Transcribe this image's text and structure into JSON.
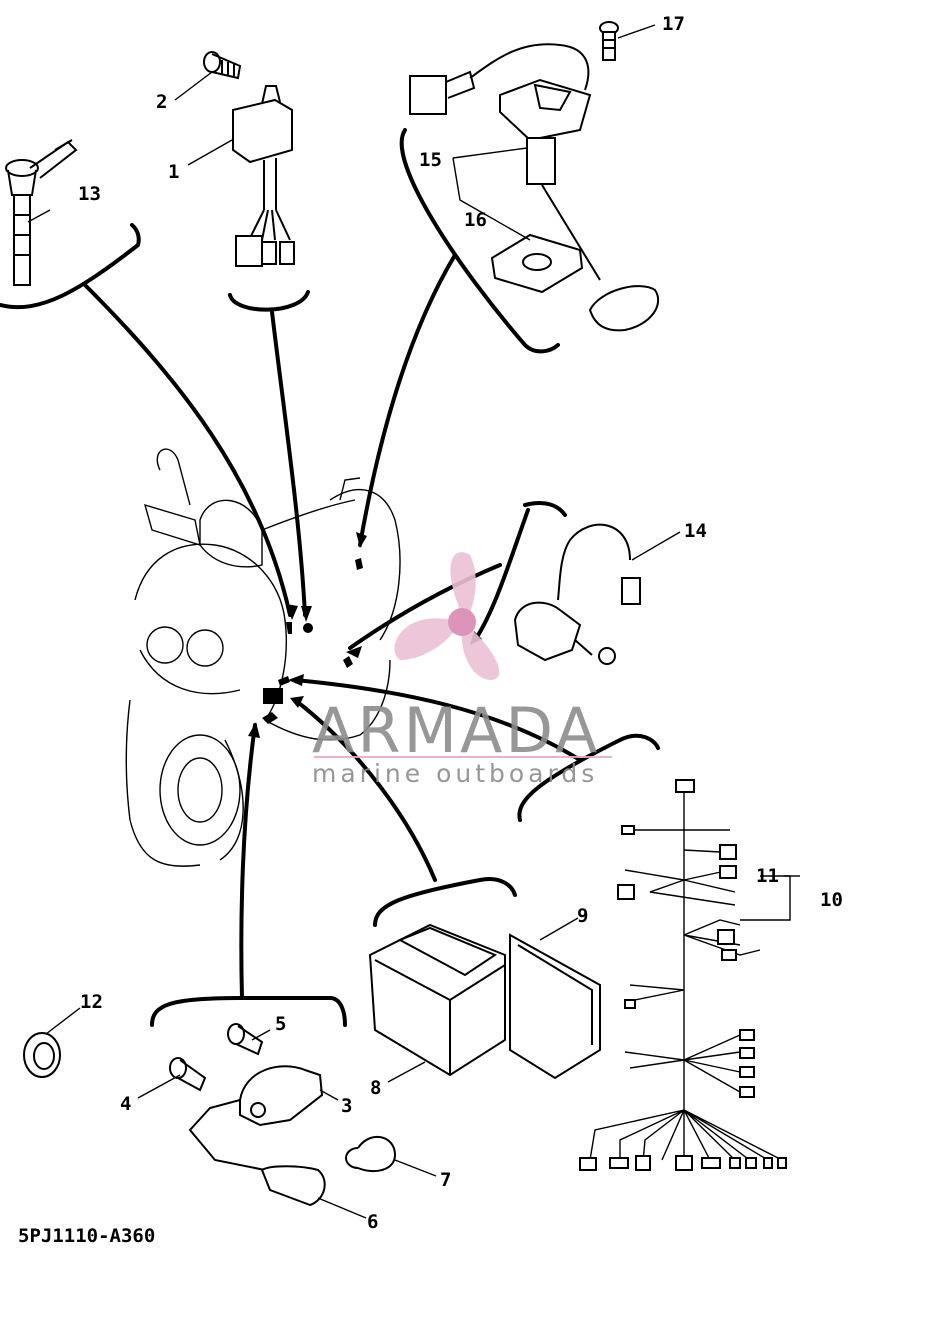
{
  "diagram_code": "5PJ1110-A360",
  "callouts": [
    "1",
    "2",
    "3",
    "4",
    "5",
    "6",
    "7",
    "8",
    "9",
    "10",
    "11",
    "12",
    "13",
    "14",
    "15",
    "16",
    "17"
  ],
  "watermark": {
    "brand": "ARMADA",
    "tagline": "marine outboards",
    "logo_color": "#e8a8c8",
    "text_color": "#8c8c8c"
  },
  "icons": {
    "logo": "propeller-icon"
  }
}
